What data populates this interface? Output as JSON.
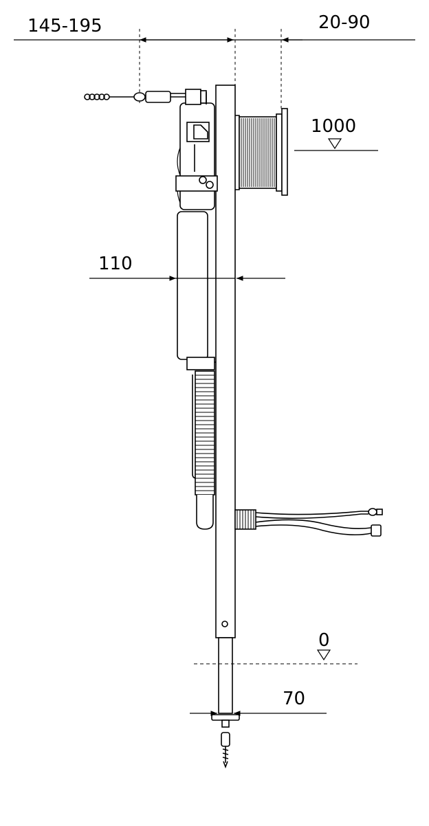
{
  "dimensions": {
    "top_left": "145-195",
    "top_right": "20-90",
    "height_upper": "1000",
    "depth_middle": "110",
    "height_zero": "0",
    "leg_width": "70"
  }
}
